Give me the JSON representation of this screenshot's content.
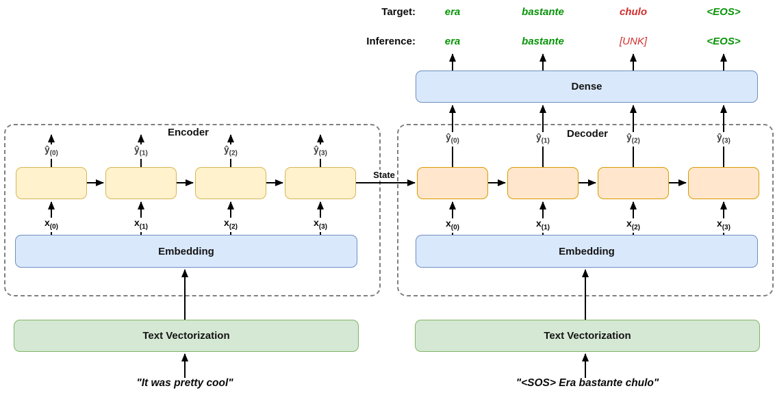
{
  "header": {
    "target_label": "Target:",
    "inference_label": "Inference:",
    "columns": [
      {
        "target": "era",
        "inference": "era"
      },
      {
        "target": "bastante",
        "inference": "bastante"
      },
      {
        "target": "chulo",
        "inference": "[UNK]"
      },
      {
        "target": "<EOS>",
        "inference": "<EOS>"
      }
    ]
  },
  "dense": {
    "label": "Dense"
  },
  "state": {
    "label": "State"
  },
  "encoder": {
    "title": "Encoder",
    "embedding_label": "Embedding",
    "vectorization_label": "Text Vectorization",
    "input_text": "\"It was pretty cool\"",
    "outputs": [
      {
        "base": "ŷ",
        "sub": "(0)"
      },
      {
        "base": "ŷ",
        "sub": "(1)"
      },
      {
        "base": "ŷ",
        "sub": "(2)"
      },
      {
        "base": "ŷ",
        "sub": "(3)"
      }
    ],
    "inputs": [
      {
        "base": "x",
        "sub": "(0)"
      },
      {
        "base": "x",
        "sub": "(1)"
      },
      {
        "base": "x",
        "sub": "(2)"
      },
      {
        "base": "x",
        "sub": "(3)"
      }
    ]
  },
  "decoder": {
    "title": "Decoder",
    "embedding_label": "Embedding",
    "vectorization_label": "Text Vectorization",
    "input_text": "\"<SOS> Era bastante chulo\"",
    "outputs": [
      {
        "base": "ŷ",
        "sub": "(0)"
      },
      {
        "base": "ŷ",
        "sub": "(1)"
      },
      {
        "base": "ŷ",
        "sub": "(2)"
      },
      {
        "base": "ŷ",
        "sub": "(3)"
      }
    ],
    "inputs": [
      {
        "base": "x",
        "sub": "(0)"
      },
      {
        "base": "x",
        "sub": "(1)"
      },
      {
        "base": "x",
        "sub": "(2)"
      },
      {
        "base": "x",
        "sub": "(3)"
      }
    ]
  },
  "colors": {
    "rnn_encoder_fill": "#FFF2CC",
    "rnn_encoder_border": "#D6B656",
    "rnn_decoder_fill": "#FFE6CC",
    "rnn_decoder_border": "#D79B00",
    "layer_blue_fill": "#DAE8FC",
    "layer_blue_border": "#6C8EBF",
    "vectorization_fill": "#D5E8D4",
    "vectorization_border": "#82B366",
    "correct_word_text": "#089408",
    "wrong_word_text": "#D22D2D",
    "dashed_border": "#7E7E7E"
  }
}
